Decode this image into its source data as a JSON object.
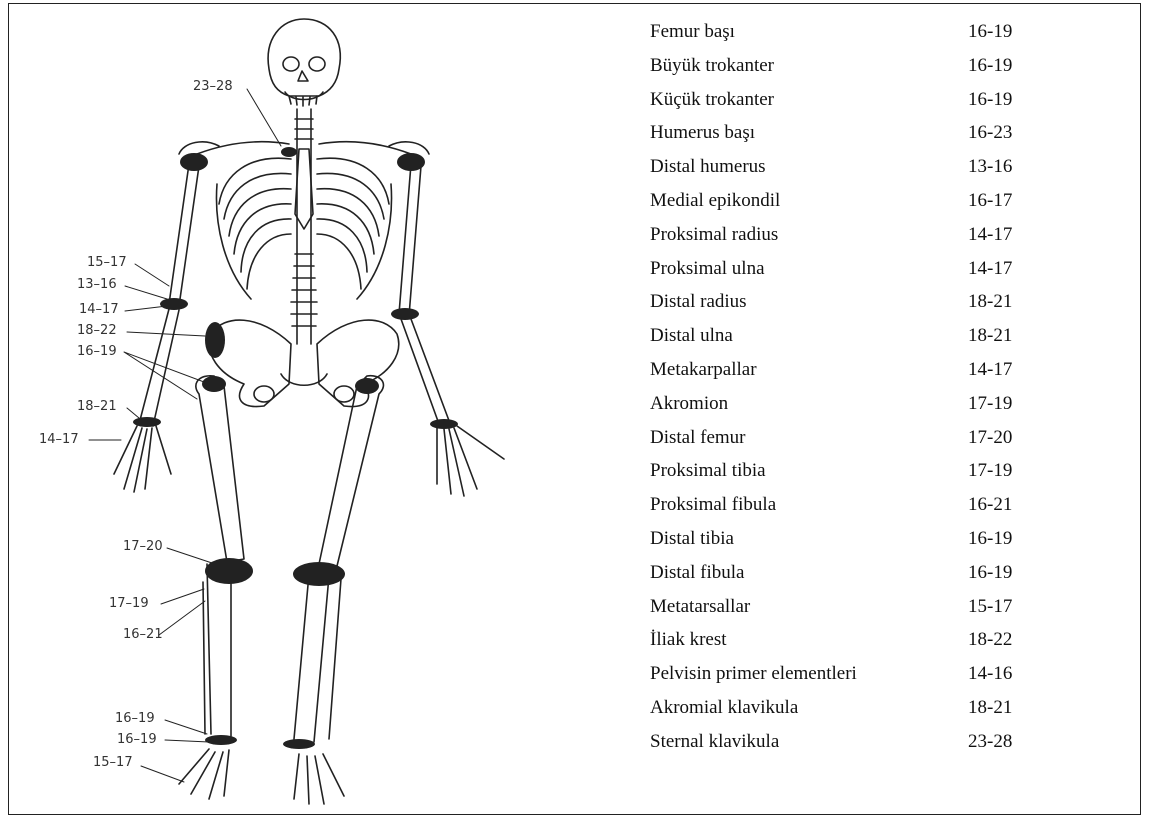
{
  "diagram_labels": {
    "skull_neck": "23–28",
    "l1": "15–17",
    "l2": "13–16",
    "l3": "14–17",
    "l4": "18–22",
    "l5": "16–19",
    "l6": "18–21",
    "l7": "14–17",
    "k1": "17–20",
    "k2": "17–19",
    "k3": "16–21",
    "a1": "16–19",
    "a2": "16–19",
    "a3": "15–17"
  },
  "table": {
    "rows": [
      {
        "name": "Femur başı",
        "range": "16-19"
      },
      {
        "name": "Büyük trokanter",
        "range": "16-19"
      },
      {
        "name": "Küçük trokanter",
        "range": "16-19"
      },
      {
        "name": "Humerus başı",
        "range": "16-23"
      },
      {
        "name": "Distal humerus",
        "range": "13-16"
      },
      {
        "name": "Medial epikondil",
        "range": "16-17"
      },
      {
        "name": "Proksimal radius",
        "range": "14-17"
      },
      {
        "name": "Proksimal ulna",
        "range": "14-17"
      },
      {
        "name": "Distal radius",
        "range": "18-21"
      },
      {
        "name": "Distal ulna",
        "range": "18-21"
      },
      {
        "name": "Metakarpallar",
        "range": "14-17"
      },
      {
        "name": "Akromion",
        "range": "17-19"
      },
      {
        "name": "Distal femur",
        "range": "17-20"
      },
      {
        "name": "Proksimal tibia",
        "range": "17-19"
      },
      {
        "name": "Proksimal fibula",
        "range": "16-21"
      },
      {
        "name": "Distal tibia",
        "range": "16-19"
      },
      {
        "name": "Distal fibula",
        "range": "16-19"
      },
      {
        "name": "Metatarsallar",
        "range": "15-17"
      },
      {
        "name": "İliak krest",
        "range": "18-22"
      },
      {
        "name": "Pelvisin primer elementleri",
        "range": "14-16"
      },
      {
        "name": "Akromial klavikula",
        "range": "18-21"
      },
      {
        "name": "Sternal klavikula",
        "range": "23-28"
      }
    ]
  }
}
